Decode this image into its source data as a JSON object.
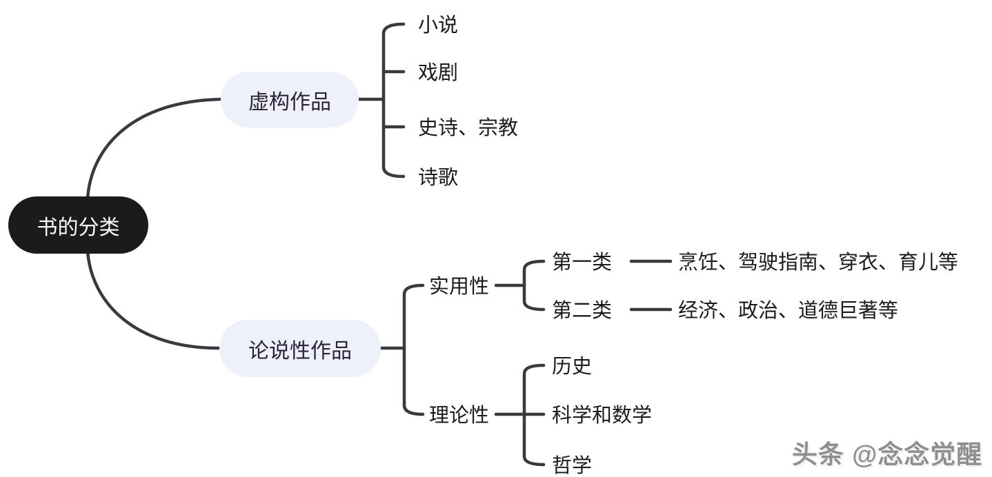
{
  "diagram": {
    "root": {
      "label": "书的分类"
    },
    "fiction": {
      "label": "虚构作品",
      "children": [
        {
          "label": "小说"
        },
        {
          "label": "戏剧"
        },
        {
          "label": "史诗、宗教"
        },
        {
          "label": "诗歌"
        }
      ]
    },
    "expository": {
      "label": "论说性作品",
      "practical": {
        "label": "实用性",
        "children": [
          {
            "label": "第一类",
            "detail": "烹饪、驾驶指南、穿衣、育儿等"
          },
          {
            "label": "第二类",
            "detail": "经济、政治、道德巨著等"
          }
        ]
      },
      "theoretical": {
        "label": "理论性",
        "children": [
          {
            "label": "历史"
          },
          {
            "label": "科学和数学"
          },
          {
            "label": "哲学"
          }
        ]
      }
    },
    "watermark": "头条 @念念觉醒",
    "colors": {
      "root_bg": "#1b1b1d",
      "root_text": "#ffffff",
      "branch_bg": "#eef0fa",
      "branch_text": "#29223a",
      "connector": "#3a3a3e",
      "label_text": "#1b1b1b",
      "watermark_text": "#8f8f8f"
    }
  }
}
